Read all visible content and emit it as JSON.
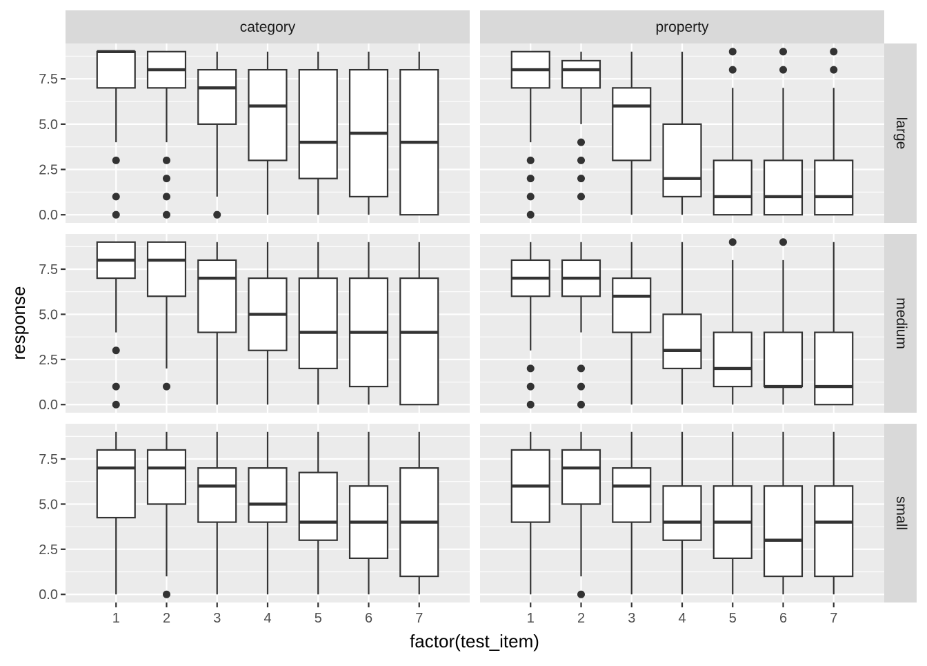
{
  "chart_data": {
    "type": "boxplot",
    "xlabel": "factor(test_item)",
    "ylabel": "response",
    "x": [
      "1",
      "2",
      "3",
      "4",
      "5",
      "6",
      "7"
    ],
    "ylim": [
      -0.45,
      9.45
    ],
    "y_ticks": [
      0.0,
      2.5,
      5.0,
      7.5
    ],
    "y_tick_labels": [
      "0.0",
      "2.5",
      "5.0",
      "7.5"
    ],
    "grid": true,
    "facet_cols": [
      "category",
      "property"
    ],
    "facet_rows": [
      "large",
      "medium",
      "small"
    ],
    "colors": {
      "panel": "#EBEBEB",
      "strip": "#D9D9D9",
      "grid": "#FFFFFF",
      "box_fill": "#FFFFFF",
      "box_line": "#333333"
    },
    "panels": [
      {
        "col": "category",
        "row": "large",
        "boxes": [
          {
            "x": "1",
            "lower": 7,
            "q1": 7,
            "median": 9,
            "q3": 9,
            "upper": 9,
            "whisker_low": 4,
            "whisker_high": 9,
            "outliers": [
              3,
              1,
              0
            ]
          },
          {
            "x": "2",
            "q1": 7,
            "median": 8,
            "q3": 9,
            "whisker_low": 4,
            "whisker_high": 9,
            "outliers": [
              3,
              2,
              1,
              0
            ]
          },
          {
            "x": "3",
            "q1": 5,
            "median": 7,
            "q3": 8,
            "whisker_low": 1,
            "whisker_high": 9,
            "outliers": [
              0
            ]
          },
          {
            "x": "4",
            "q1": 3,
            "median": 6,
            "q3": 8,
            "whisker_low": 0,
            "whisker_high": 9,
            "outliers": []
          },
          {
            "x": "5",
            "q1": 2,
            "median": 4,
            "q3": 8,
            "whisker_low": 0,
            "whisker_high": 9,
            "outliers": []
          },
          {
            "x": "6",
            "q1": 1,
            "median": 4.5,
            "q3": 8,
            "whisker_low": 0,
            "whisker_high": 9,
            "outliers": []
          },
          {
            "x": "7",
            "q1": 0,
            "median": 4,
            "q3": 8,
            "whisker_low": 0,
            "whisker_high": 9,
            "outliers": []
          }
        ]
      },
      {
        "col": "property",
        "row": "large",
        "boxes": [
          {
            "x": "1",
            "q1": 7,
            "median": 8,
            "q3": 9,
            "whisker_low": 4,
            "whisker_high": 9,
            "outliers": [
              3,
              2,
              1,
              0
            ]
          },
          {
            "x": "2",
            "q1": 7,
            "median": 8,
            "q3": 8.5,
            "whisker_low": 5,
            "whisker_high": 9,
            "outliers": [
              4,
              3,
              2,
              1
            ]
          },
          {
            "x": "3",
            "q1": 3,
            "median": 6,
            "q3": 7,
            "whisker_low": 0,
            "whisker_high": 9,
            "outliers": []
          },
          {
            "x": "4",
            "q1": 1,
            "median": 2,
            "q3": 5,
            "whisker_low": 0,
            "whisker_high": 9,
            "outliers": []
          },
          {
            "x": "5",
            "q1": 0,
            "median": 1,
            "q3": 3,
            "whisker_low": 0,
            "whisker_high": 7,
            "outliers": [
              8,
              9
            ]
          },
          {
            "x": "6",
            "q1": 0,
            "median": 1,
            "q3": 3,
            "whisker_low": 0,
            "whisker_high": 7,
            "outliers": [
              8,
              9
            ]
          },
          {
            "x": "7",
            "q1": 0,
            "median": 1,
            "q3": 3,
            "whisker_low": 0,
            "whisker_high": 7,
            "outliers": [
              8,
              9
            ]
          }
        ]
      },
      {
        "col": "category",
        "row": "medium",
        "boxes": [
          {
            "x": "1",
            "q1": 7,
            "median": 8,
            "q3": 9,
            "whisker_low": 4,
            "whisker_high": 9,
            "outliers": [
              3,
              1,
              0
            ]
          },
          {
            "x": "2",
            "q1": 6,
            "median": 8,
            "q3": 9,
            "whisker_low": 2,
            "whisker_high": 9,
            "outliers": [
              1
            ]
          },
          {
            "x": "3",
            "q1": 4,
            "median": 7,
            "q3": 8,
            "whisker_low": 0,
            "whisker_high": 9,
            "outliers": []
          },
          {
            "x": "4",
            "q1": 3,
            "median": 5,
            "q3": 7,
            "whisker_low": 0,
            "whisker_high": 9,
            "outliers": []
          },
          {
            "x": "5",
            "q1": 2,
            "median": 4,
            "q3": 7,
            "whisker_low": 0,
            "whisker_high": 9,
            "outliers": []
          },
          {
            "x": "6",
            "q1": 1,
            "median": 4,
            "q3": 7,
            "whisker_low": 0,
            "whisker_high": 9,
            "outliers": []
          },
          {
            "x": "7",
            "q1": 0,
            "median": 4,
            "q3": 7,
            "whisker_low": 0,
            "whisker_high": 9,
            "outliers": []
          }
        ]
      },
      {
        "col": "property",
        "row": "medium",
        "boxes": [
          {
            "x": "1",
            "q1": 6,
            "median": 7,
            "q3": 8,
            "whisker_low": 3,
            "whisker_high": 9,
            "outliers": [
              2,
              1,
              0
            ]
          },
          {
            "x": "2",
            "q1": 6,
            "median": 7,
            "q3": 8,
            "whisker_low": 4,
            "whisker_high": 9,
            "outliers": [
              2,
              1,
              0
            ]
          },
          {
            "x": "3",
            "q1": 4,
            "median": 6,
            "q3": 7,
            "whisker_low": 0,
            "whisker_high": 9,
            "outliers": []
          },
          {
            "x": "4",
            "q1": 2,
            "median": 3,
            "q3": 5,
            "whisker_low": 0,
            "whisker_high": 9,
            "outliers": []
          },
          {
            "x": "5",
            "q1": 1,
            "median": 2,
            "q3": 4,
            "whisker_low": 0,
            "whisker_high": 8,
            "outliers": [
              9
            ]
          },
          {
            "x": "6",
            "q1": 1,
            "median": 1,
            "q3": 4,
            "whisker_low": 0,
            "whisker_high": 8,
            "outliers": [
              9
            ]
          },
          {
            "x": "7",
            "q1": 0,
            "median": 1,
            "q3": 4,
            "whisker_low": 0,
            "whisker_high": 9,
            "outliers": []
          }
        ]
      },
      {
        "col": "category",
        "row": "small",
        "boxes": [
          {
            "x": "1",
            "q1": 4.25,
            "median": 7,
            "q3": 8,
            "whisker_low": 0,
            "whisker_high": 9,
            "outliers": []
          },
          {
            "x": "2",
            "q1": 5,
            "median": 7,
            "q3": 8,
            "whisker_low": 1,
            "whisker_high": 9,
            "outliers": [
              0
            ]
          },
          {
            "x": "3",
            "q1": 4,
            "median": 6,
            "q3": 7,
            "whisker_low": 0,
            "whisker_high": 9,
            "outliers": []
          },
          {
            "x": "4",
            "q1": 4,
            "median": 5,
            "q3": 7,
            "whisker_low": 0,
            "whisker_high": 9,
            "outliers": []
          },
          {
            "x": "5",
            "q1": 3,
            "median": 4,
            "q3": 6.75,
            "whisker_low": 0,
            "whisker_high": 9,
            "outliers": []
          },
          {
            "x": "6",
            "q1": 2,
            "median": 4,
            "q3": 6,
            "whisker_low": 0,
            "whisker_high": 9,
            "outliers": []
          },
          {
            "x": "7",
            "q1": 1,
            "median": 4,
            "q3": 7,
            "whisker_low": 0,
            "whisker_high": 9,
            "outliers": []
          }
        ]
      },
      {
        "col": "property",
        "row": "small",
        "boxes": [
          {
            "x": "1",
            "q1": 4,
            "median": 6,
            "q3": 8,
            "whisker_low": 0,
            "whisker_high": 9,
            "outliers": []
          },
          {
            "x": "2",
            "q1": 5,
            "median": 7,
            "q3": 8,
            "whisker_low": 1,
            "whisker_high": 9,
            "outliers": [
              0
            ]
          },
          {
            "x": "3",
            "q1": 4,
            "median": 6,
            "q3": 7,
            "whisker_low": 0,
            "whisker_high": 9,
            "outliers": []
          },
          {
            "x": "4",
            "q1": 3,
            "median": 4,
            "q3": 6,
            "whisker_low": 0,
            "whisker_high": 9,
            "outliers": []
          },
          {
            "x": "5",
            "q1": 2,
            "median": 4,
            "q3": 6,
            "whisker_low": 0,
            "whisker_high": 9,
            "outliers": []
          },
          {
            "x": "6",
            "q1": 1,
            "median": 3,
            "q3": 6,
            "whisker_low": 0,
            "whisker_high": 9,
            "outliers": []
          },
          {
            "x": "7",
            "q1": 1,
            "median": 4,
            "q3": 6,
            "whisker_low": 0,
            "whisker_high": 9,
            "outliers": []
          }
        ]
      }
    ]
  }
}
